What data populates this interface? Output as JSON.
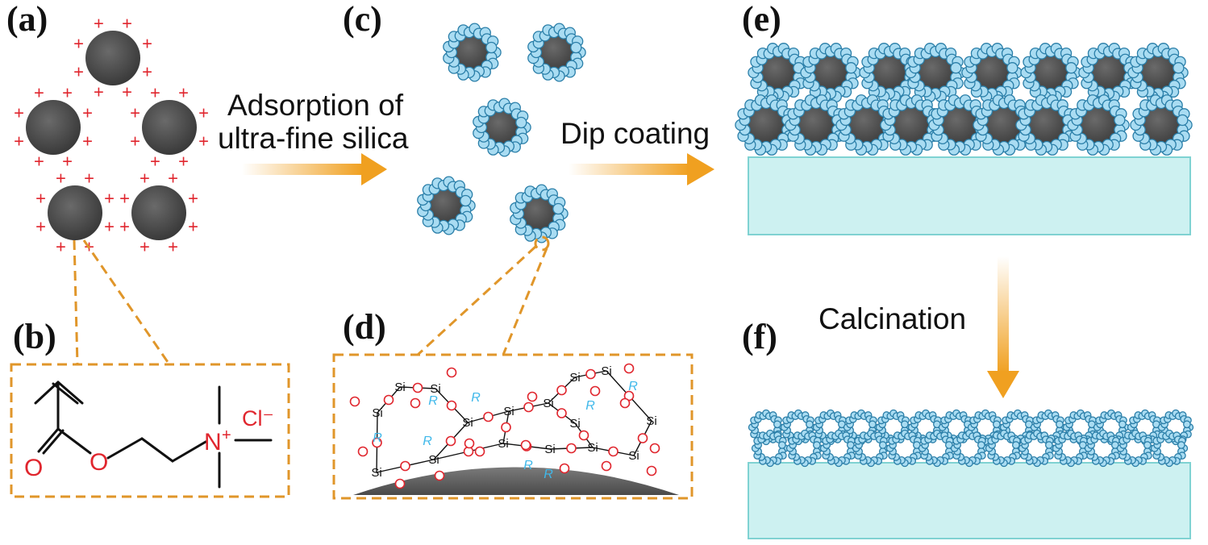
{
  "panels": {
    "a": "(a)",
    "b": "(b)",
    "c": "(c)",
    "d": "(d)",
    "e": "(e)",
    "f": "(f)"
  },
  "steps": {
    "adsorption_line1": "Adsorption of",
    "adsorption_line2": "ultra-fine silica",
    "dip": "Dip coating",
    "calcination": "Calcination"
  },
  "chem": {
    "oxygen": "O",
    "nitrogen": "N",
    "charge": "+",
    "chloride": "Cl⁻",
    "silicon": "Si",
    "r_group": "R",
    "plus": "+"
  },
  "colors": {
    "particle": "#4a4a4a",
    "silica": "#a9dcf2",
    "silica_stroke": "#2a7ea8",
    "plus": "#e0262e",
    "arrow": "#f0a020",
    "dash": "#e0962a",
    "substrate": "#cdf1f1",
    "substrate_stroke": "#7fd2d2"
  }
}
